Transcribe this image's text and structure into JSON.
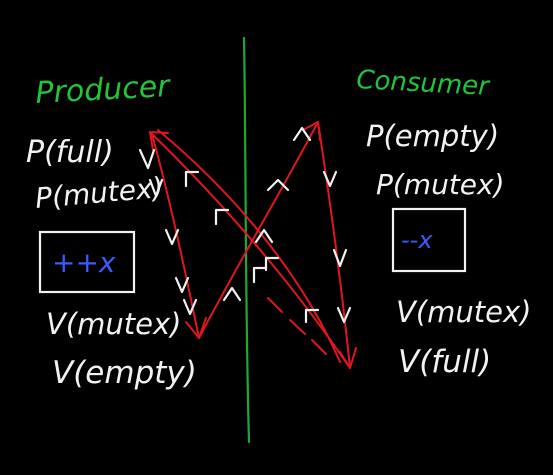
{
  "colors": {
    "background": "#000000",
    "chalk": "#f2f2f2",
    "heading": "#22c43a",
    "divider": "#1fa83a",
    "arrow": "#e0161c",
    "code": "#3b5bff"
  },
  "producer": {
    "heading": "Producer",
    "lines": [
      "P(full)",
      "P(mutex)",
      "++x",
      "V(mutex)",
      "V(empty)"
    ]
  },
  "consumer": {
    "heading": "Consumer",
    "lines": [
      "P(empty)",
      "P(mutex)",
      "--x",
      "V(mutex)",
      "V(full)"
    ]
  }
}
